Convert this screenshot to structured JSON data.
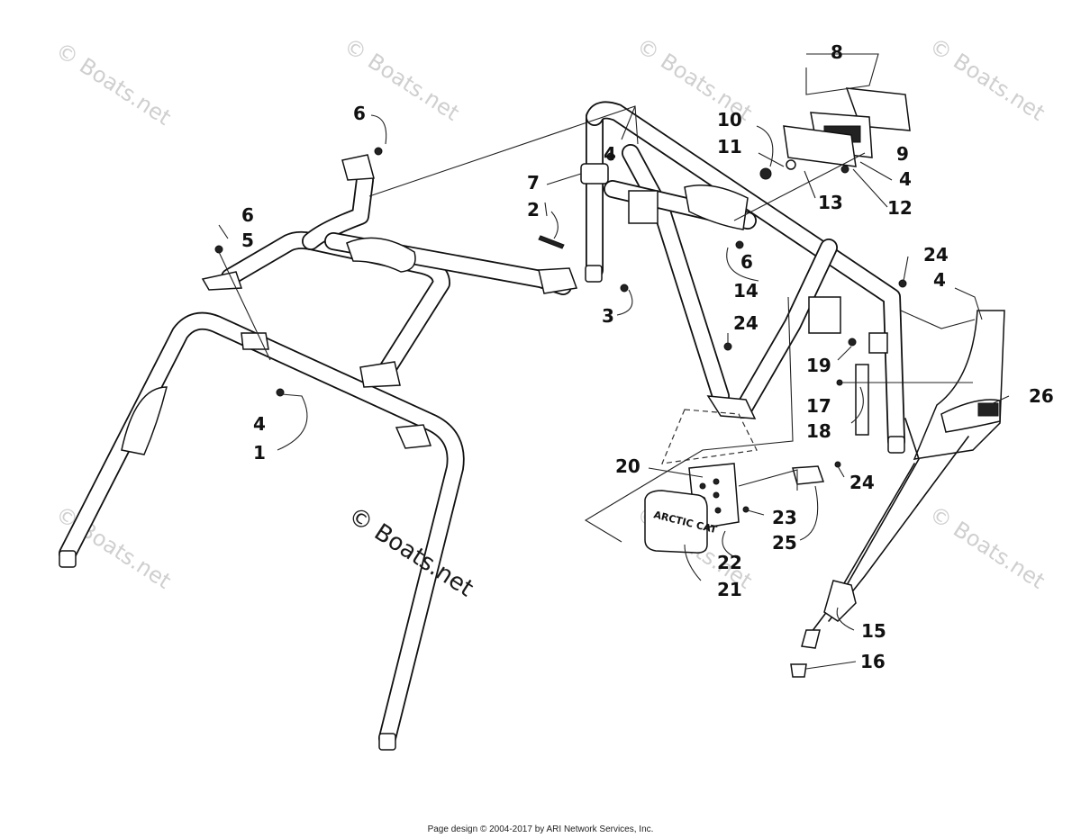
{
  "watermarks": {
    "faint": "© Boats.net",
    "main": "© Boats.net"
  },
  "logo_text": "ARCTIC CAT",
  "callouts": [
    "1",
    "2",
    "3",
    "4",
    "4",
    "4",
    "4",
    "5",
    "6",
    "6",
    "6",
    "7",
    "8",
    "9",
    "10",
    "11",
    "12",
    "13",
    "14",
    "15",
    "16",
    "17",
    "18",
    "19",
    "20",
    "21",
    "22",
    "23",
    "24",
    "24",
    "24",
    "24",
    "25",
    "26"
  ],
  "footer": "Page design © 2004-2017 by ARI Network Services, Inc."
}
